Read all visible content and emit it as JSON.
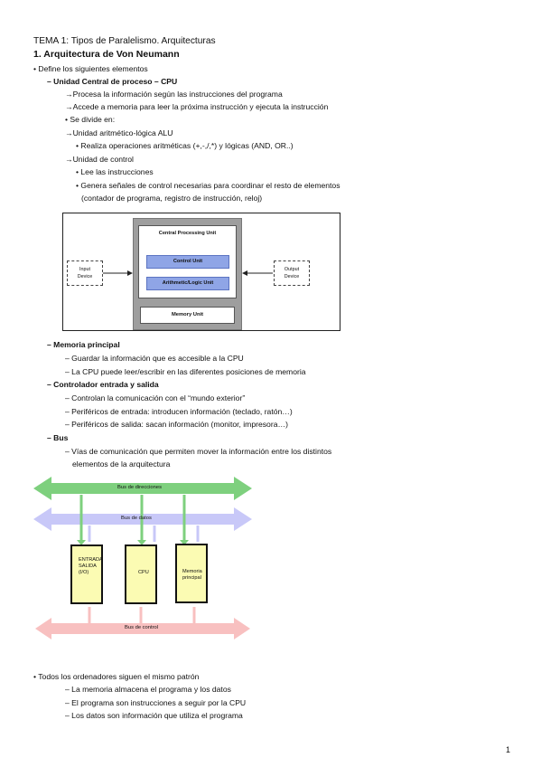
{
  "doc": {
    "title": "TEMA 1: Tipos de Paralelismo. Arquitecturas",
    "section": "1. Arquitectura de Von Neumann",
    "intro": "• Define los siguientes elementos",
    "cpu_heading": "– Unidad Central de proceso – CPU",
    "cpu_items": [
      "→Procesa la información según las instrucciones del programa",
      "→Accede a memoria para leer la próxima instrucción y ejecuta la instrucción",
      "• Se divide en:",
      "→Unidad aritmético-lógica ALU",
      "• Realiza operaciones aritméticas (+,-,/,*) y lógicas (AND, OR..)",
      "→Unidad de control",
      "• Lee las instrucciones",
      "• Genera señales de control necesarias para coordinar el resto de elementos",
      "(contador de programa, registro de instrucción, reloj)"
    ],
    "mem_heading": "– Memoria principal",
    "mem_items": [
      "– Guardar la información que es accesible a la CPU",
      "– La CPU puede leer/escribir en las diferentes posiciones de memoria"
    ],
    "io_heading": "– Controlador entrada y salida",
    "io_items": [
      "– Controlan la comunicación con el “mundo exterior”",
      "– Periféricos de entrada: introducen información (teclado, ratón…)",
      "– Periféricos de salida: sacan información (monitor, impresora…)"
    ],
    "bus_heading": "– Bus",
    "bus_items": [
      "– Vías de comunicación que permiten mover la información entre los distintos",
      "elementos de la arquitectura"
    ],
    "pattern_intro": "• Todos los ordenadores siguen el mismo patrón",
    "pattern_items": [
      "– La memoria almacena el programa y los datos",
      "– El programa son instrucciones a seguir por la CPU",
      "– Los datos son información que utiliza el programa"
    ],
    "page_number": "1"
  },
  "cpu_diagram": {
    "title": "Central Processing Unit",
    "control_unit": "Control Unit",
    "alu": "Arithmetic/Logic Unit",
    "memory_unit": "Memory Unit",
    "input_line1": "Input",
    "input_line2": "Device",
    "output_line1": "Output",
    "output_line2": "Device",
    "colors": {
      "cpu_fill": "#9e9e9e",
      "unit_fill": "#8fa5e6"
    }
  },
  "bus_diagram": {
    "address_bus": "Bus de direcciones",
    "data_bus": "Bus de datos",
    "control_bus": "Bus de control",
    "io_label_1": "ENTRADA",
    "io_label_2": "SALIDA",
    "io_label_3": "(I/O)",
    "cpu_label": "CPU",
    "mem_label_1": "Memoria",
    "mem_label_2": "principal",
    "colors": {
      "address": "#7ed07e",
      "data": "#c8c8f8",
      "control": "#f8c0c0",
      "box": "#fbfbb3"
    }
  }
}
